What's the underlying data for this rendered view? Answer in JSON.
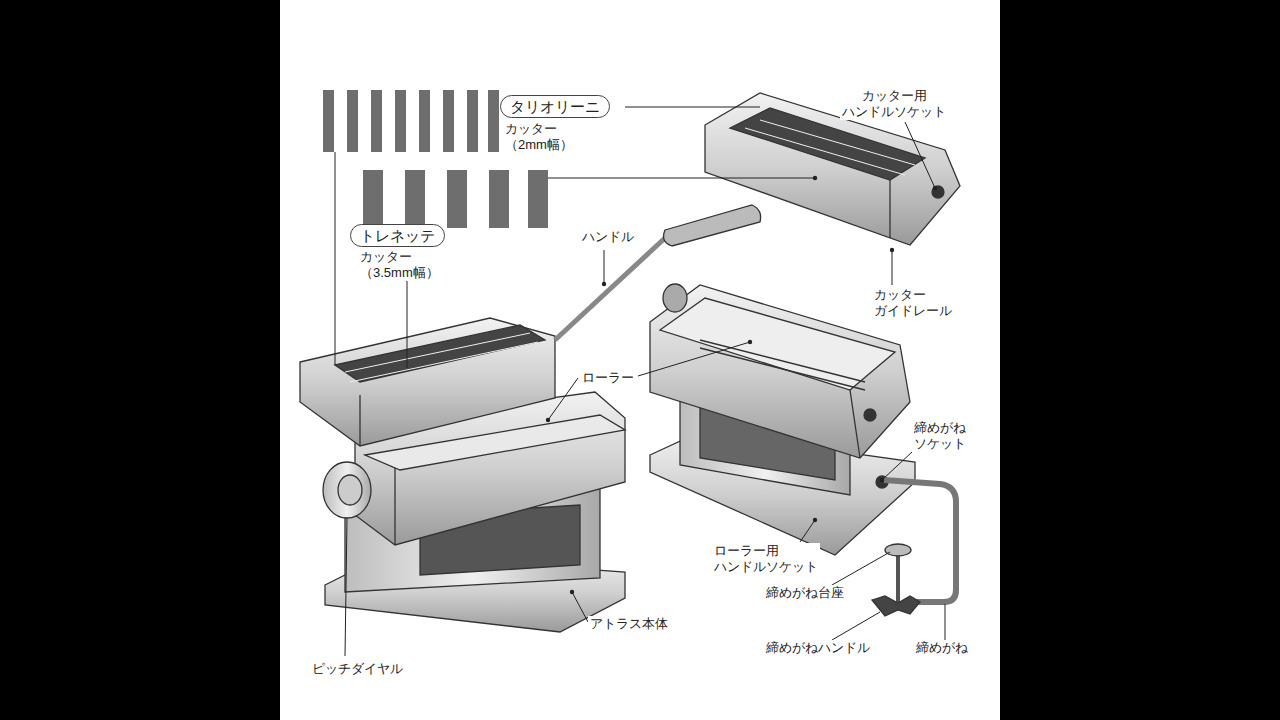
{
  "diagram": {
    "nodes": [
      {
        "text": [
          "タリオリーニ"
        ]
      },
      {
        "text": [
          "トレネッテ"
        ]
      }
    ],
    "labels": [
      "カッター（2mm幅）",
      "カッター用 ハンドルソケット",
      "カッター（3.5mm幅）",
      "ハンドル",
      "カッター ガイドレール",
      "ローラー",
      "締めがね ソケット",
      "ローラー用 ハンドルソケット",
      "締めがね台座",
      "アトラス本体",
      "締めがねハンドル",
      "締めがね",
      "ピッチダイヤル"
    ]
  }
}
